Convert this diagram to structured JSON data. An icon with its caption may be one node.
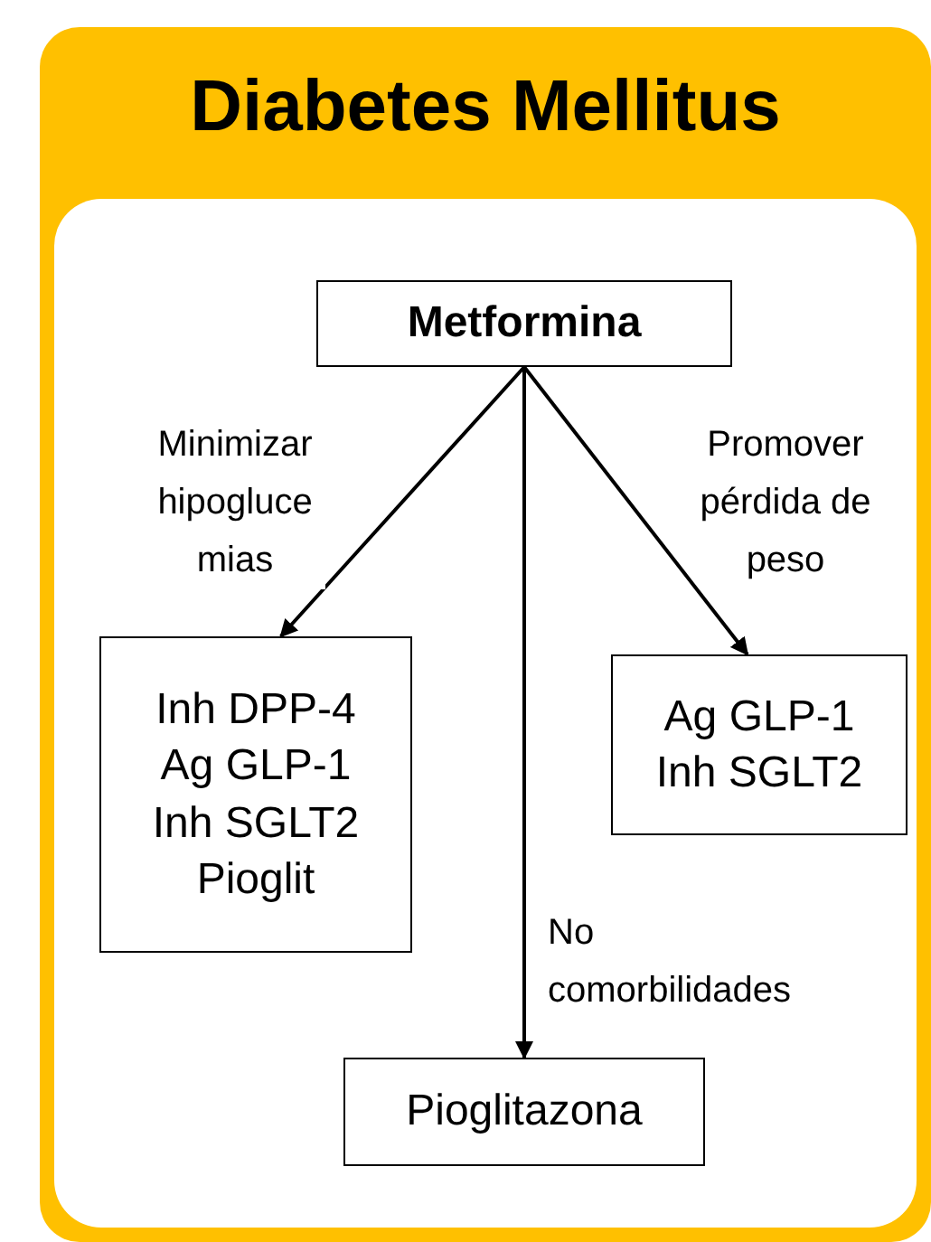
{
  "diagram": {
    "nodes": [
      {
        "text": [
          "Diabetes Mellitus"
        ]
      },
      {
        "text": [
          "Metformina"
        ],
        "in": 0
      },
      {
        "text": [
          "Inh DPP-4",
          "Ag GLP-1",
          "Inh SGLT2",
          "Pioglit"
        ],
        "in": 0
      },
      {
        "text": [
          "Ag GLP-1",
          "Inh SGLT2"
        ],
        "in": 0
      },
      {
        "text": [
          "Pioglitazona"
        ],
        "in": 0
      }
    ],
    "edges": [
      {
        "from": 1,
        "to": 2,
        "arrow": "to",
        "label": "Minimizar hipoglucemias"
      },
      {
        "from": 1,
        "to": 4,
        "arrow": "to",
        "label": "No comorbilidades"
      },
      {
        "from": 1,
        "to": 3,
        "arrow": "to",
        "label": "Promover pérdida de peso"
      }
    ]
  }
}
